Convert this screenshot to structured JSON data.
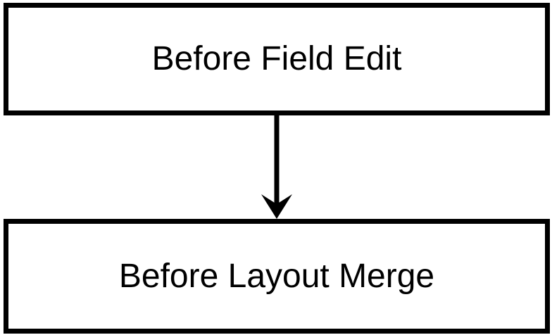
{
  "diagram": {
    "type": "flowchart",
    "background_color": "#ffffff",
    "stroke_color": "#000000",
    "text_color": "#000000",
    "nodes": [
      {
        "id": "before-field-edit",
        "label": "Before Field Edit",
        "shape": "rectangle"
      },
      {
        "id": "before-layout-merge",
        "label": "Before Layout Merge",
        "shape": "rectangle"
      }
    ],
    "edges": [
      {
        "from": "before-field-edit",
        "to": "before-layout-merge",
        "direction": "down",
        "style": "solid-arrow"
      }
    ]
  }
}
